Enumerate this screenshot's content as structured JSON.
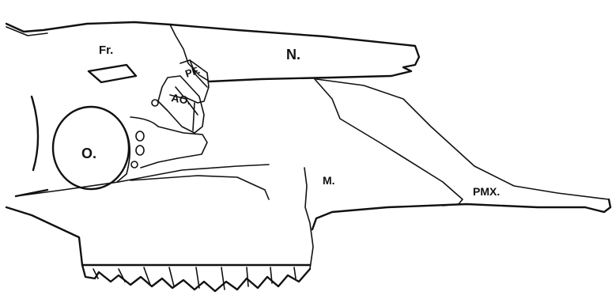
{
  "labels": {
    "frontal": "Fr.",
    "nasal": "N.",
    "prefrontal": "PF.",
    "antorbital": "AO.",
    "orbit": "O.",
    "maxilla": "M.",
    "premaxilla": "PMX."
  }
}
